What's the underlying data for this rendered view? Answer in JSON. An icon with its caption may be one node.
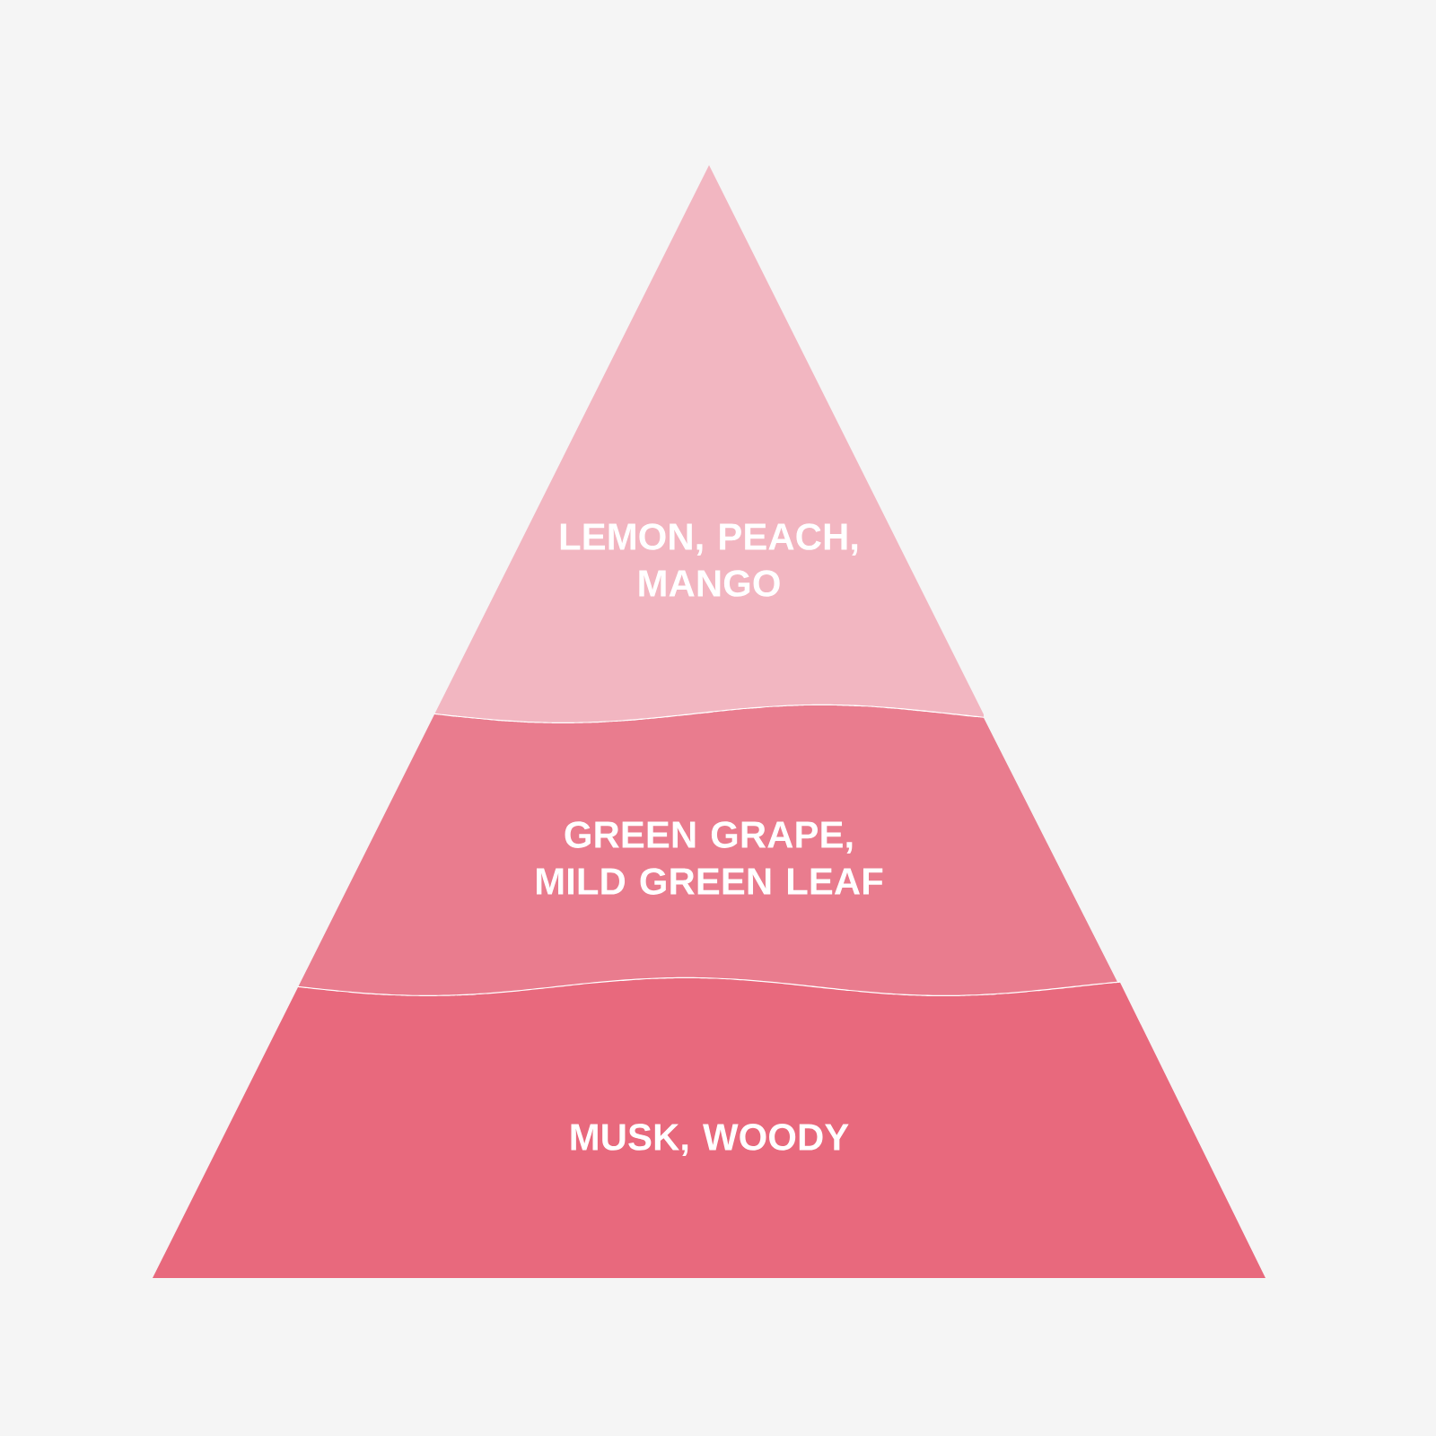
{
  "diagram": {
    "nodes": [
      {
        "text": [
          "LEMON, PEACH, MANGO"
        ]
      },
      {
        "text": [
          "GREEN GRAPE, MILD GREEN LEAF"
        ]
      },
      {
        "text": [
          "MUSK, WOODY"
        ]
      }
    ]
  }
}
